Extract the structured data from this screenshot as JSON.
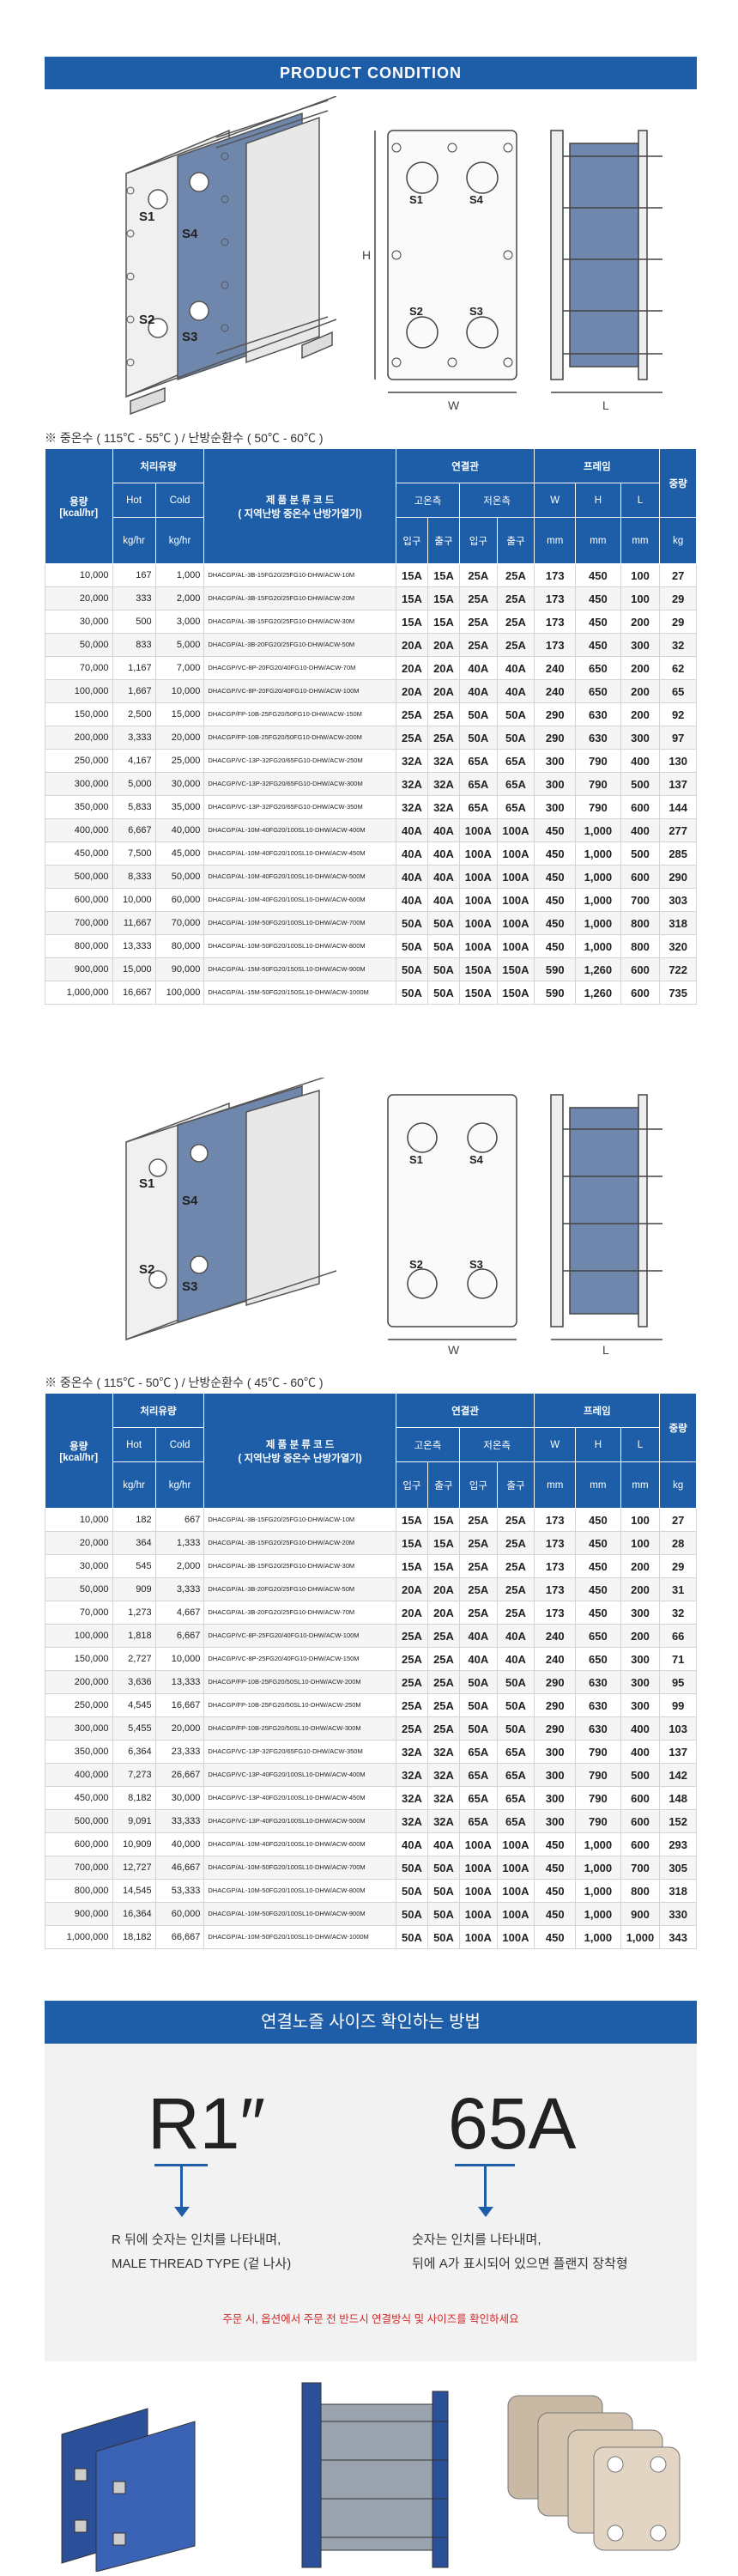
{
  "banner": {
    "title": "PRODUCT CONDITION"
  },
  "diagram_labels": {
    "s1": "S1",
    "s2": "S2",
    "s3": "S3",
    "s4": "S4",
    "h": "H",
    "w": "W",
    "l": "L"
  },
  "table_headers": {
    "capacity": "용량",
    "capacity_unit": "[kcal/hr]",
    "flow": "처리유량",
    "hot": "Hot",
    "cold": "Cold",
    "kghr": "kg/hr",
    "code_title": "제 품 분 류 코 드",
    "code_sub": "( 지역난방 중온수 난방가열기)",
    "connect": "연결관",
    "hot_side": "고온측",
    "cold_side": "저온측",
    "inlet": "입구",
    "outlet": "출구",
    "frame": "프레임",
    "w": "W",
    "h": "H",
    "l": "L",
    "mm": "mm",
    "weight": "중량",
    "kg": "kg"
  },
  "table1": {
    "condition": "※ 중온수 ( 115℃ - 55℃ ) / 난방순환수 ( 50℃ - 60℃ )",
    "rows": [
      [
        "10,000",
        "167",
        "1,000",
        "DHACGP/AL-3B-15FG20/25FG10-DHW/ACW-10M",
        "15A",
        "15A",
        "25A",
        "25A",
        "173",
        "450",
        "100",
        "27"
      ],
      [
        "20,000",
        "333",
        "2,000",
        "DHACGP/AL-3B-15FG20/25FG10-DHW/ACW-20M",
        "15A",
        "15A",
        "25A",
        "25A",
        "173",
        "450",
        "100",
        "29"
      ],
      [
        "30,000",
        "500",
        "3,000",
        "DHACGP/AL-3B-15FG20/25FG10-DHW/ACW-30M",
        "15A",
        "15A",
        "25A",
        "25A",
        "173",
        "450",
        "200",
        "29"
      ],
      [
        "50,000",
        "833",
        "5,000",
        "DHACGP/AL-3B-20FG20/25FG10-DHW/ACW-50M",
        "20A",
        "20A",
        "25A",
        "25A",
        "173",
        "450",
        "300",
        "32"
      ],
      [
        "70,000",
        "1,167",
        "7,000",
        "DHACGP/VC-8P-20FG20/40FG10-DHW/ACW-70M",
        "20A",
        "20A",
        "40A",
        "40A",
        "240",
        "650",
        "200",
        "62"
      ],
      [
        "100,000",
        "1,667",
        "10,000",
        "DHACGP/VC-8P-20FG20/40FG10-DHW/ACW-100M",
        "20A",
        "20A",
        "40A",
        "40A",
        "240",
        "650",
        "200",
        "65"
      ],
      [
        "150,000",
        "2,500",
        "15,000",
        "DHACGP/FP-10B-25FG20/50FG10-DHW/ACW-150M",
        "25A",
        "25A",
        "50A",
        "50A",
        "290",
        "630",
        "200",
        "92"
      ],
      [
        "200,000",
        "3,333",
        "20,000",
        "DHACGP/FP-10B-25FG20/50FG10-DHW/ACW-200M",
        "25A",
        "25A",
        "50A",
        "50A",
        "290",
        "630",
        "300",
        "97"
      ],
      [
        "250,000",
        "4,167",
        "25,000",
        "DHACGP/VC-13P-32FG20/65FG10-DHW/ACW-250M",
        "32A",
        "32A",
        "65A",
        "65A",
        "300",
        "790",
        "400",
        "130"
      ],
      [
        "300,000",
        "5,000",
        "30,000",
        "DHACGP/VC-13P-32FG20/65FG10-DHW/ACW-300M",
        "32A",
        "32A",
        "65A",
        "65A",
        "300",
        "790",
        "500",
        "137"
      ],
      [
        "350,000",
        "5,833",
        "35,000",
        "DHACGP/VC-13P-32FG20/65FG10-DHW/ACW-350M",
        "32A",
        "32A",
        "65A",
        "65A",
        "300",
        "790",
        "600",
        "144"
      ],
      [
        "400,000",
        "6,667",
        "40,000",
        "DHACGP/AL-10M-40FG20/100SL10-DHW/ACW-400M",
        "40A",
        "40A",
        "100A",
        "100A",
        "450",
        "1,000",
        "400",
        "277"
      ],
      [
        "450,000",
        "7,500",
        "45,000",
        "DHACGP/AL-10M-40FG20/100SL10-DHW/ACW-450M",
        "40A",
        "40A",
        "100A",
        "100A",
        "450",
        "1,000",
        "500",
        "285"
      ],
      [
        "500,000",
        "8,333",
        "50,000",
        "DHACGP/AL-10M-40FG20/100SL10-DHW/ACW-500M",
        "40A",
        "40A",
        "100A",
        "100A",
        "450",
        "1,000",
        "600",
        "290"
      ],
      [
        "600,000",
        "10,000",
        "60,000",
        "DHACGP/AL-10M-40FG20/100SL10-DHW/ACW-600M",
        "40A",
        "40A",
        "100A",
        "100A",
        "450",
        "1,000",
        "700",
        "303"
      ],
      [
        "700,000",
        "11,667",
        "70,000",
        "DHACGP/AL-10M-50FG20/100SL10-DHW/ACW-700M",
        "50A",
        "50A",
        "100A",
        "100A",
        "450",
        "1,000",
        "800",
        "318"
      ],
      [
        "800,000",
        "13,333",
        "80,000",
        "DHACGP/AL-10M-50FG20/100SL10-DHW/ACW-800M",
        "50A",
        "50A",
        "100A",
        "100A",
        "450",
        "1,000",
        "800",
        "320"
      ],
      [
        "900,000",
        "15,000",
        "90,000",
        "DHACGP/AL-15M-50FG20/150SL10-DHW/ACW-900M",
        "50A",
        "50A",
        "150A",
        "150A",
        "590",
        "1,260",
        "600",
        "722"
      ],
      [
        "1,000,000",
        "16,667",
        "100,000",
        "DHACGP/AL-15M-50FG20/150SL10-DHW/ACW-1000M",
        "50A",
        "50A",
        "150A",
        "150A",
        "590",
        "1,260",
        "600",
        "735"
      ]
    ]
  },
  "table2": {
    "condition": "※ 중온수 ( 115℃ - 50℃ ) / 난방순환수 ( 45℃ - 60℃ )",
    "rows": [
      [
        "10,000",
        "182",
        "667",
        "DHACGP/AL-3B-15FG20/25FG10-DHW/ACW-10M",
        "15A",
        "15A",
        "25A",
        "25A",
        "173",
        "450",
        "100",
        "27"
      ],
      [
        "20,000",
        "364",
        "1,333",
        "DHACGP/AL-3B-15FG20/25FG10-DHW/ACW-20M",
        "15A",
        "15A",
        "25A",
        "25A",
        "173",
        "450",
        "100",
        "28"
      ],
      [
        "30,000",
        "545",
        "2,000",
        "DHACGP/AL-3B-15FG20/25FG10-DHW/ACW-30M",
        "15A",
        "15A",
        "25A",
        "25A",
        "173",
        "450",
        "200",
        "29"
      ],
      [
        "50,000",
        "909",
        "3,333",
        "DHACGP/AL-3B-20FG20/25FG10-DHW/ACW-50M",
        "20A",
        "20A",
        "25A",
        "25A",
        "173",
        "450",
        "200",
        "31"
      ],
      [
        "70,000",
        "1,273",
        "4,667",
        "DHACGP/AL-3B-20FG20/25FG10-DHW/ACW-70M",
        "20A",
        "20A",
        "25A",
        "25A",
        "173",
        "450",
        "300",
        "32"
      ],
      [
        "100,000",
        "1,818",
        "6,667",
        "DHACGP/VC-8P-25FG20/40FG10-DHW/ACW-100M",
        "25A",
        "25A",
        "40A",
        "40A",
        "240",
        "650",
        "200",
        "66"
      ],
      [
        "150,000",
        "2,727",
        "10,000",
        "DHACGP/VC-8P-25FG20/40FG10-DHW/ACW-150M",
        "25A",
        "25A",
        "40A",
        "40A",
        "240",
        "650",
        "300",
        "71"
      ],
      [
        "200,000",
        "3,636",
        "13,333",
        "DHACGP/FP-10B-25FG20/50SL10-DHW/ACW-200M",
        "25A",
        "25A",
        "50A",
        "50A",
        "290",
        "630",
        "300",
        "95"
      ],
      [
        "250,000",
        "4,545",
        "16,667",
        "DHACGP/FP-10B-25FG20/50SL10-DHW/ACW-250M",
        "25A",
        "25A",
        "50A",
        "50A",
        "290",
        "630",
        "300",
        "99"
      ],
      [
        "300,000",
        "5,455",
        "20,000",
        "DHACGP/FP-10B-25FG20/50SL10-DHW/ACW-300M",
        "25A",
        "25A",
        "50A",
        "50A",
        "290",
        "630",
        "400",
        "103"
      ],
      [
        "350,000",
        "6,364",
        "23,333",
        "DHACGP/VC-13P-32FG20/65FG10-DHW/ACW-350M",
        "32A",
        "32A",
        "65A",
        "65A",
        "300",
        "790",
        "400",
        "137"
      ],
      [
        "400,000",
        "7,273",
        "26,667",
        "DHACGP/VC-13P-40FG20/100SL10-DHW/ACW-400M",
        "32A",
        "32A",
        "65A",
        "65A",
        "300",
        "790",
        "500",
        "142"
      ],
      [
        "450,000",
        "8,182",
        "30,000",
        "DHACGP/VC-13P-40FG20/100SL10-DHW/ACW-450M",
        "32A",
        "32A",
        "65A",
        "65A",
        "300",
        "790",
        "600",
        "148"
      ],
      [
        "500,000",
        "9,091",
        "33,333",
        "DHACGP/VC-13P-40FG20/100SL10-DHW/ACW-500M",
        "32A",
        "32A",
        "65A",
        "65A",
        "300",
        "790",
        "600",
        "152"
      ],
      [
        "600,000",
        "10,909",
        "40,000",
        "DHACGP/AL-10M-40FG20/100SL10-DHW/ACW-600M",
        "40A",
        "40A",
        "100A",
        "100A",
        "450",
        "1,000",
        "600",
        "293"
      ],
      [
        "700,000",
        "12,727",
        "46,667",
        "DHACGP/AL-10M-50FG20/100SL10-DHW/ACW-700M",
        "50A",
        "50A",
        "100A",
        "100A",
        "450",
        "1,000",
        "700",
        "305"
      ],
      [
        "800,000",
        "14,545",
        "53,333",
        "DHACGP/AL-10M-50FG20/100SL10-DHW/ACW-800M",
        "50A",
        "50A",
        "100A",
        "100A",
        "450",
        "1,000",
        "800",
        "318"
      ],
      [
        "900,000",
        "16,364",
        "60,000",
        "DHACGP/AL-10M-50FG20/100SL10-DHW/ACW-900M",
        "50A",
        "50A",
        "100A",
        "100A",
        "450",
        "1,000",
        "900",
        "330"
      ],
      [
        "1,000,000",
        "18,182",
        "66,667",
        "DHACGP/AL-10M-50FG20/100SL10-DHW/ACW-1000M",
        "50A",
        "50A",
        "100A",
        "100A",
        "450",
        "1,000",
        "1,000",
        "343"
      ]
    ]
  },
  "connection": {
    "title": "연결노즐 사이즈 확인하는 방법",
    "r1": "R1″",
    "a65": "65A",
    "r1_desc_1": "R 뒤에 숫자는 인치를 나타내며,",
    "r1_desc_2": "MALE THREAD TYPE (겉 나사)",
    "a65_desc_1": "숫자는 인치를 나타내며,",
    "a65_desc_2": "뒤에 A가 표시되어 있으면 플랜지 장착형",
    "warning": "주문 시, 옵션에서 주문 전 반드시 연결방식 및 사이즈를 확인하세요"
  },
  "colors": {
    "accent": "#1e5ea8",
    "warning": "#d12a2a"
  }
}
